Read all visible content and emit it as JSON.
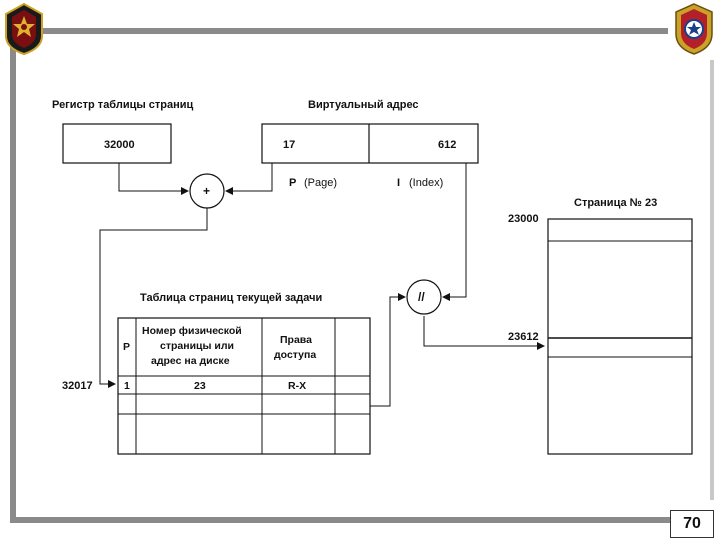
{
  "slide": {
    "page_number": "70"
  },
  "register": {
    "title": "Регистр таблицы страниц",
    "value": "32000"
  },
  "virtual_address": {
    "title": "Виртуальный адрес",
    "page_value": "17",
    "index_value": "612",
    "page_label": "P",
    "page_desc": "(Page)",
    "index_label": "I",
    "index_desc": "(Index)"
  },
  "adder": {
    "symbol": "+"
  },
  "concat": {
    "symbol": "//"
  },
  "page_table": {
    "title": "Таблица страниц текущей задачи",
    "col_p": "P",
    "col_frame": [
      "Номер физической",
      "страницы или",
      "адрес на диске"
    ],
    "col_rights": [
      "Права",
      "доступа"
    ],
    "row_address": "32017",
    "row_p": "1",
    "row_frame": "23",
    "row_rights": "R-X"
  },
  "memory_page": {
    "title": "Страница № 23",
    "start_address": "23000",
    "target_address": "23612"
  },
  "icons": {
    "left_emblem": "military-emblem-icon",
    "right_emblem": "academy-emblem-icon"
  }
}
